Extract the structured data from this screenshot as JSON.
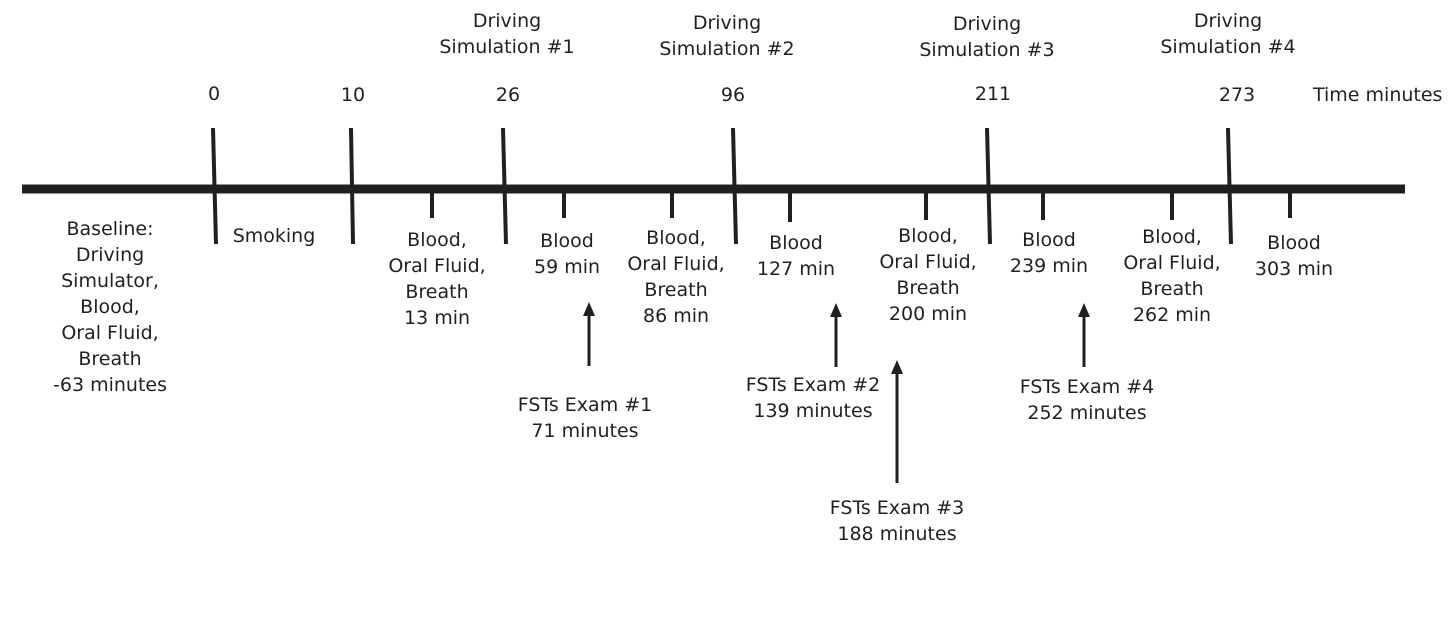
{
  "axis_label": "Time minutes",
  "major_ticks": [
    {
      "value": "0",
      "title": ""
    },
    {
      "value": "10",
      "title": ""
    },
    {
      "value": "26",
      "title": "Driving\nSimulation #1"
    },
    {
      "value": "96",
      "title": "Driving\nSimulation #2"
    },
    {
      "value": "211",
      "title": "Driving\nSimulation #3"
    },
    {
      "value": "273",
      "title": "Driving\nSimulation #4"
    }
  ],
  "below_labels": [
    {
      "key": "baseline",
      "text": "Baseline:\nDriving\nSimulator,\nBlood,\nOral Fluid,\nBreath\n-63 minutes"
    },
    {
      "key": "smoking",
      "text": "Smoking"
    },
    {
      "key": "t13",
      "text": "Blood,\nOral Fluid,\nBreath\n13 min"
    },
    {
      "key": "t59",
      "text": "Blood\n59 min"
    },
    {
      "key": "t86",
      "text": "Blood,\nOral Fluid,\nBreath\n86 min"
    },
    {
      "key": "t127",
      "text": "Blood\n127 min"
    },
    {
      "key": "t200",
      "text": "Blood,\nOral Fluid,\nBreath\n200 min"
    },
    {
      "key": "t239",
      "text": "Blood\n239 min"
    },
    {
      "key": "t262",
      "text": "Blood,\nOral Fluid,\nBreath\n262 min"
    },
    {
      "key": "t303",
      "text": "Blood\n303 min"
    }
  ],
  "fst_exams": [
    {
      "key": "fst1",
      "text": "FSTs Exam #1\n71 minutes"
    },
    {
      "key": "fst2",
      "text": "FSTs Exam #2\n139 minutes"
    },
    {
      "key": "fst3",
      "text": "FSTs Exam #3\n188 minutes"
    },
    {
      "key": "fst4",
      "text": "FSTs Exam #4\n252 minutes"
    }
  ],
  "colors": {
    "ink": "#231f20",
    "background": "#ffffff"
  }
}
